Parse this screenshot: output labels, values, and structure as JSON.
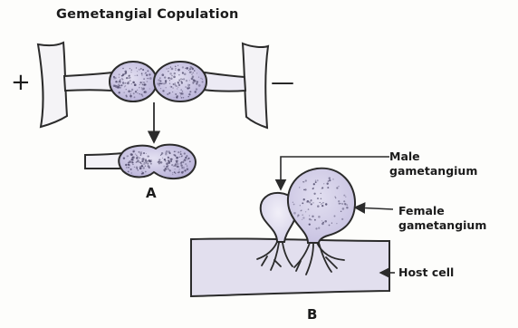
{
  "title": "Gemetangial Copulation",
  "signs": {
    "plus": "+",
    "minus": "—"
  },
  "panels": {
    "a": "A",
    "b": "B"
  },
  "labels": {
    "male_line1": "Male",
    "male_line2": "gametangium",
    "female_line1": "Female",
    "female_line2": "gametangium",
    "host": "Host cell"
  },
  "colors": {
    "cell_fill": "#d7d3e9",
    "cell_dark": "#b6afd4",
    "stipple": "#4a4566",
    "outline": "#2b2b2b",
    "host_fill": "#dedbeb"
  }
}
